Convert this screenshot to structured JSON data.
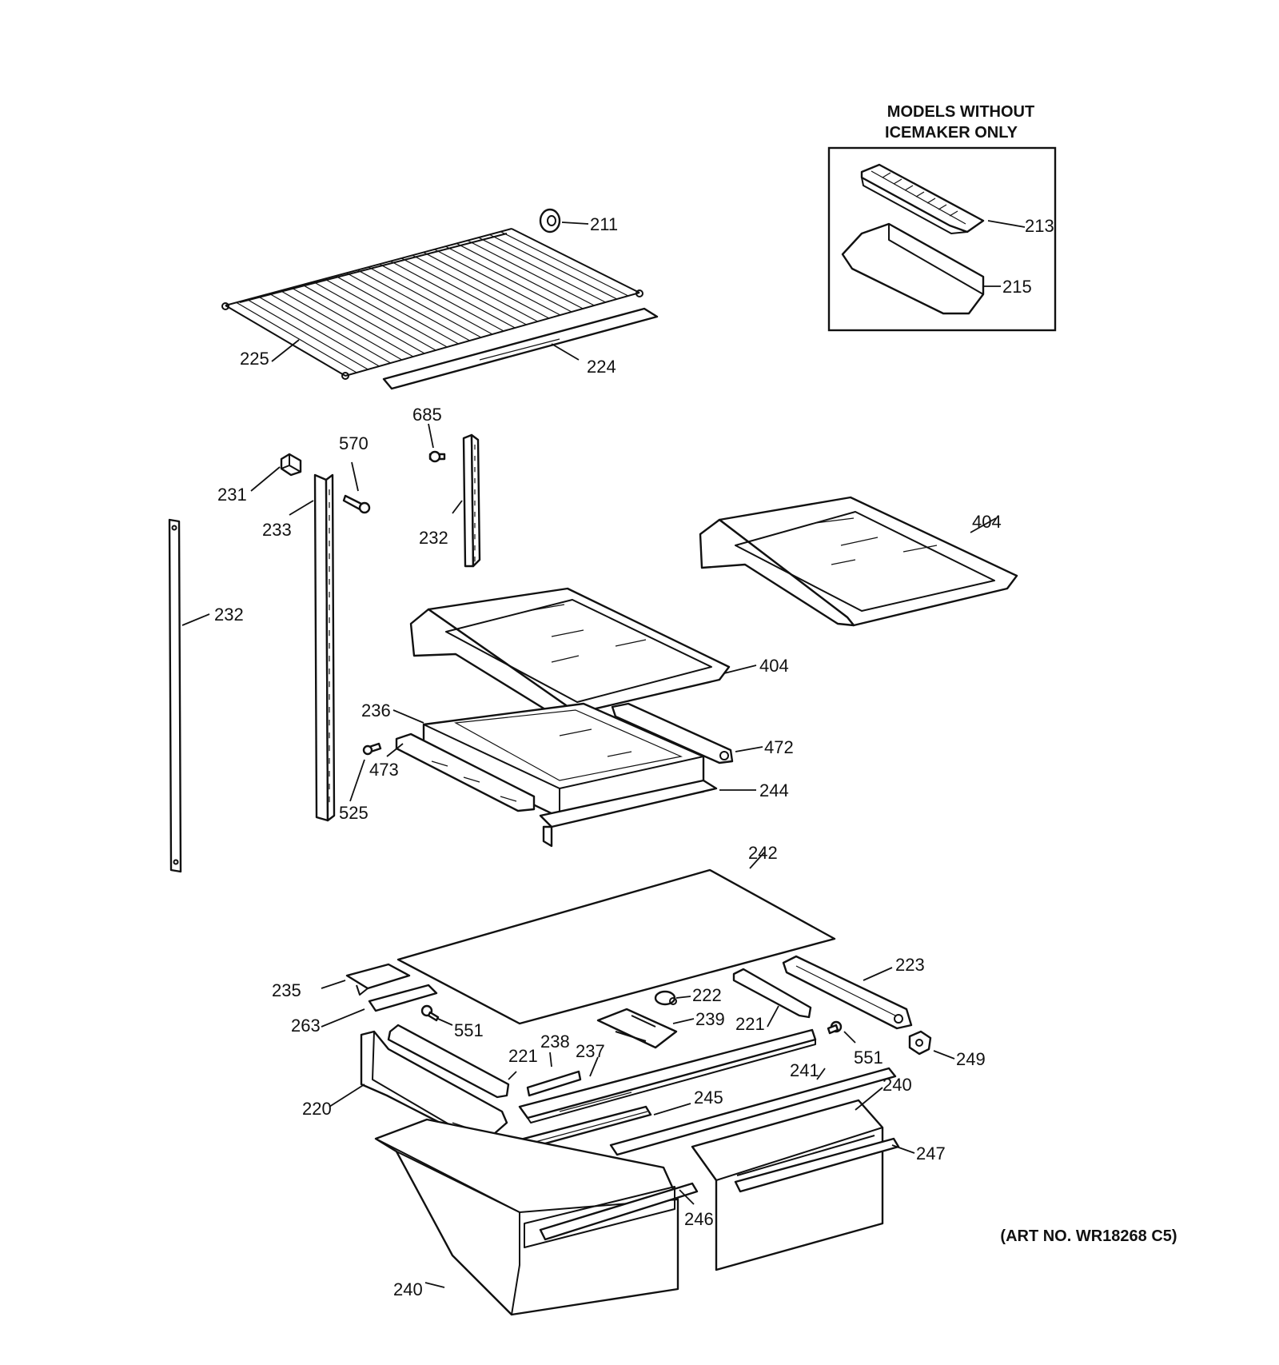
{
  "inset": {
    "header_line1": "MODELS WITHOUT",
    "header_line2": "ICEMAKER ONLY"
  },
  "art_number": "(ART NO. WR18268 C5)",
  "callouts": {
    "c211": "211",
    "c213": "213",
    "c215": "215",
    "c225": "225",
    "c224": "224",
    "c685": "685",
    "c570": "570",
    "c231": "231",
    "c233": "233",
    "c232a": "232",
    "c232b": "232",
    "c404a": "404",
    "c404b": "404",
    "c236": "236",
    "c472": "472",
    "c473": "473",
    "c525": "525",
    "c244": "244",
    "c242": "242",
    "c223": "223",
    "c235": "235",
    "c222": "222",
    "c263": "263",
    "c239": "239",
    "c221a": "221",
    "c551a": "551",
    "c238": "238",
    "c237": "237",
    "c221b": "221",
    "c551b": "551",
    "c249": "249",
    "c241": "241",
    "c240a": "240",
    "c220": "220",
    "c245": "245",
    "c247": "247",
    "c246": "246",
    "c240b": "240"
  }
}
